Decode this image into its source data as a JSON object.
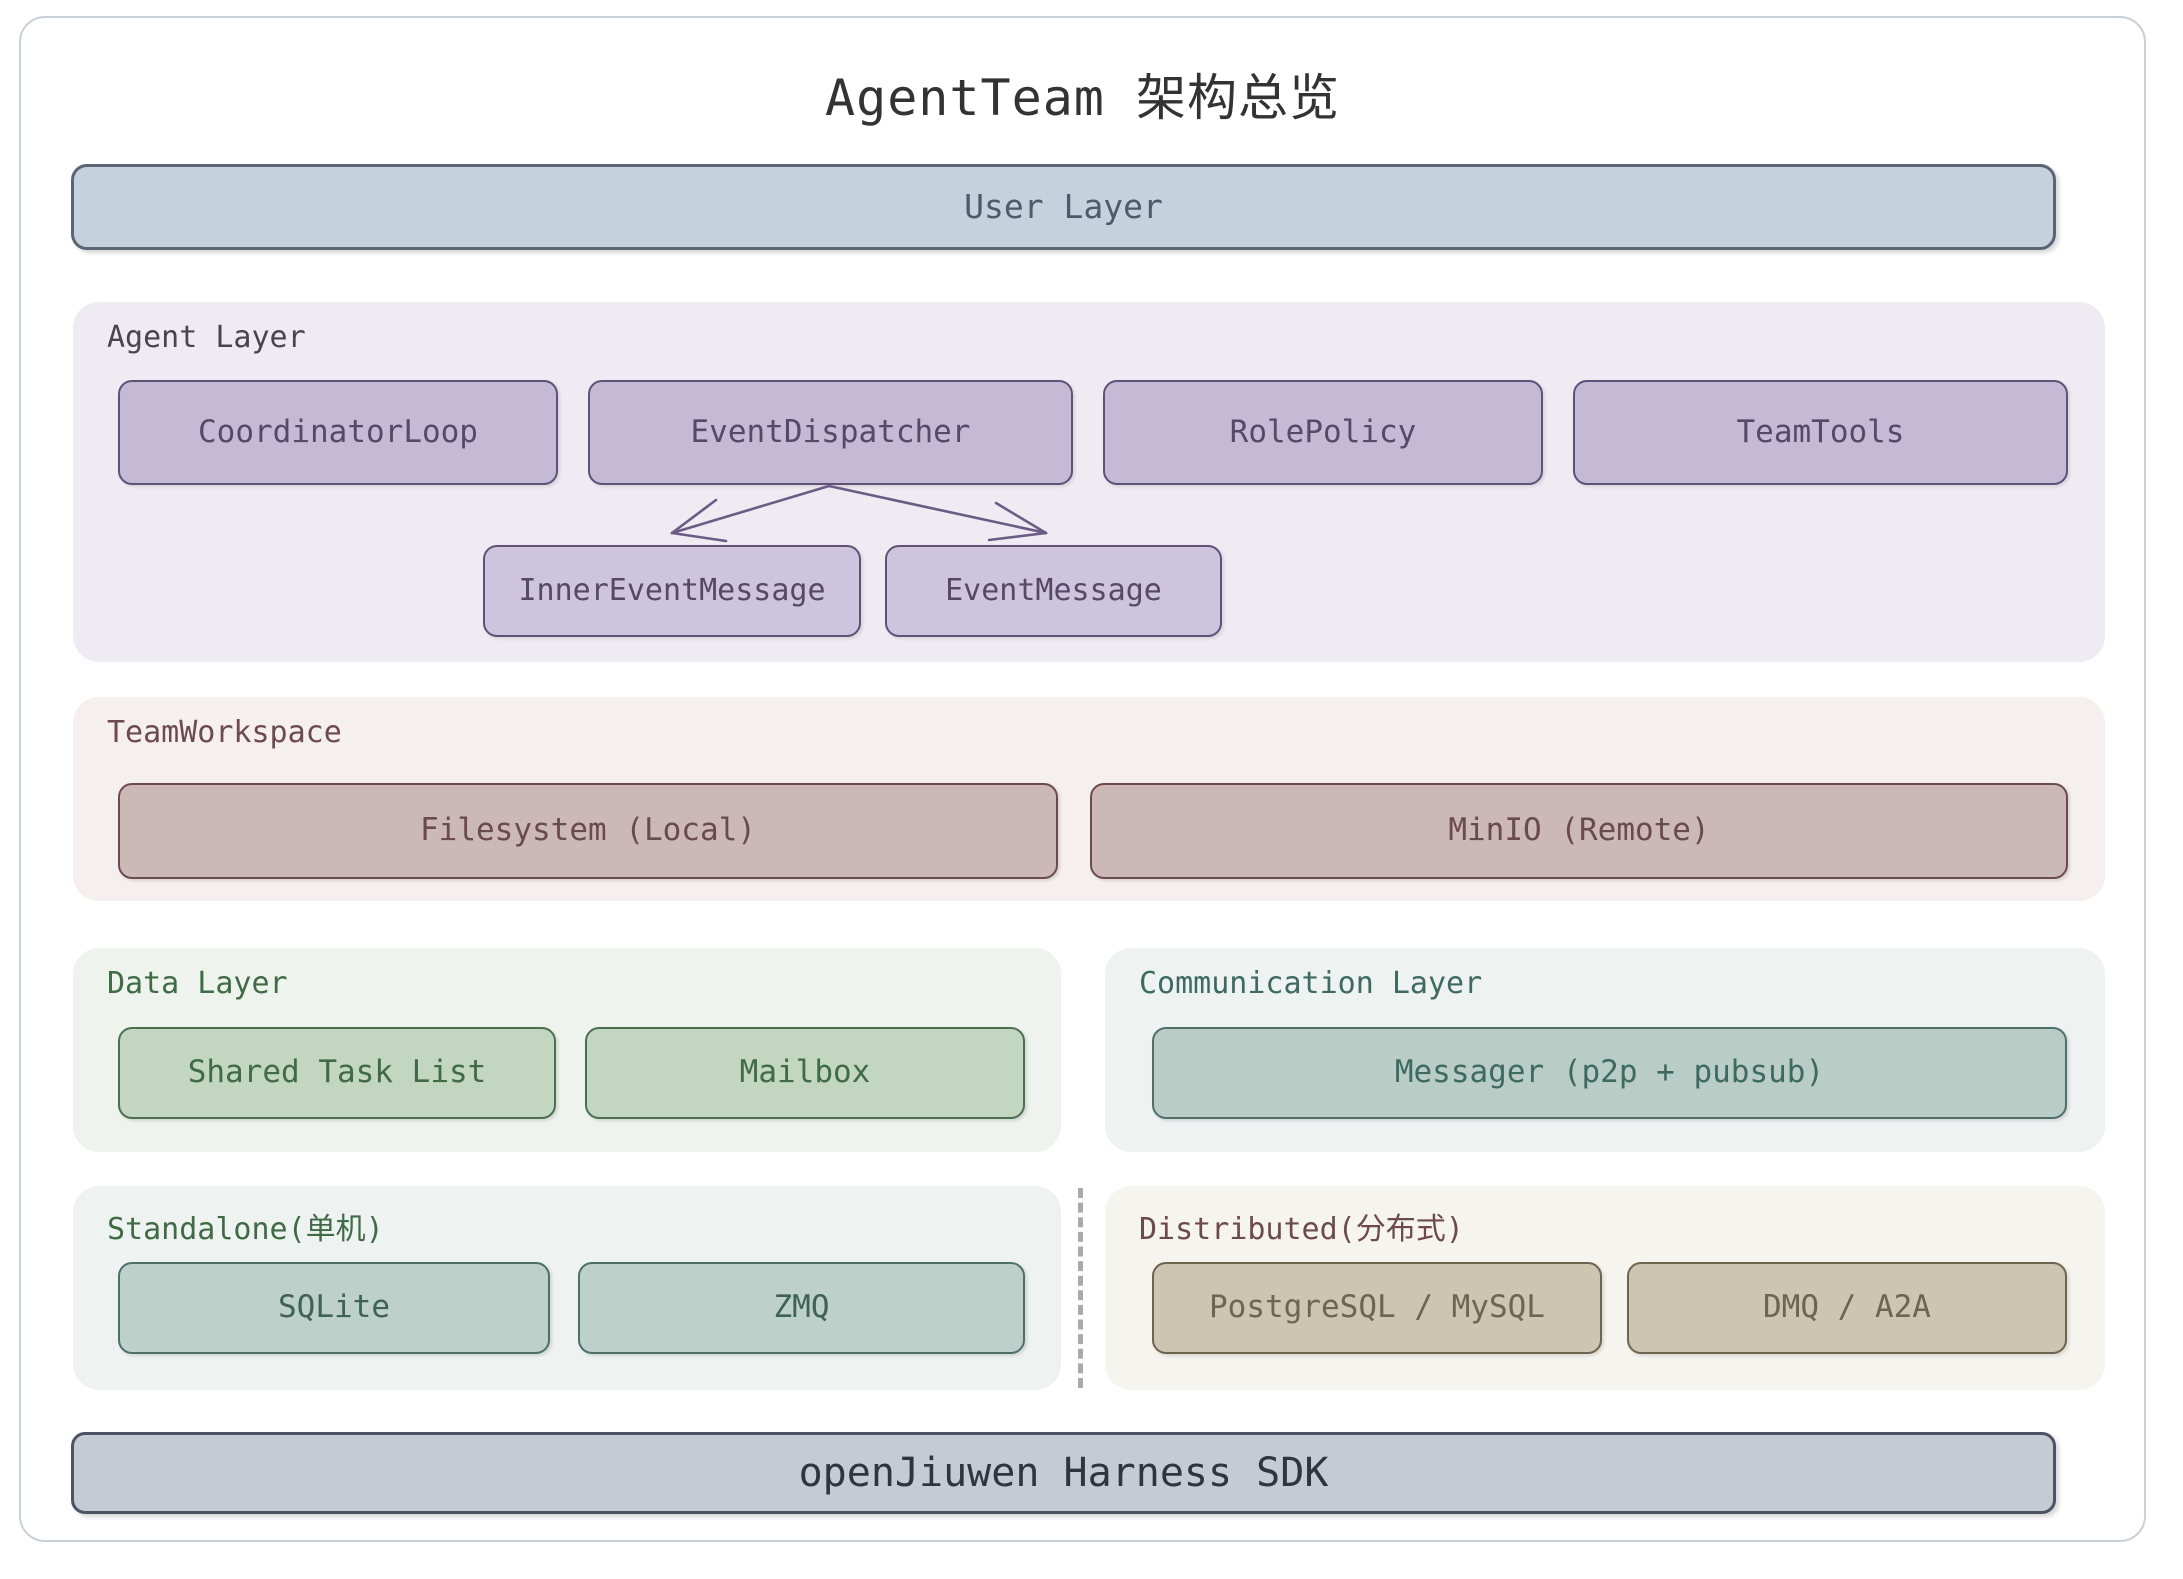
{
  "diagram": {
    "title": "AgentTeam 架构总览",
    "user_layer": {
      "label": "User Layer"
    },
    "agent_layer": {
      "label": "Agent Layer",
      "nodes": [
        {
          "id": "coordinatorloop",
          "label": "CoordinatorLoop"
        },
        {
          "id": "eventdispatcher",
          "label": "EventDispatcher"
        },
        {
          "id": "rolepolicy",
          "label": "RolePolicy"
        },
        {
          "id": "teamtools",
          "label": "TeamTools"
        }
      ],
      "message_nodes": [
        {
          "id": "innereventmessage",
          "label": "InnerEventMessage"
        },
        {
          "id": "eventmessage",
          "label": "EventMessage"
        }
      ],
      "edges": [
        {
          "from": "eventdispatcher",
          "to": "innereventmessage",
          "style": "arrow"
        },
        {
          "from": "eventdispatcher",
          "to": "eventmessage",
          "style": "arrow"
        }
      ]
    },
    "teamworkspace": {
      "label": "TeamWorkspace",
      "nodes": [
        {
          "id": "filesystem",
          "label": "Filesystem (Local)"
        },
        {
          "id": "minio",
          "label": "MinIO (Remote)"
        }
      ]
    },
    "data_layer": {
      "label": "Data Layer",
      "nodes": [
        {
          "id": "shared-task-list",
          "label": "Shared Task List"
        },
        {
          "id": "mailbox",
          "label": "Mailbox"
        }
      ]
    },
    "communication_layer": {
      "label": "Communication Layer",
      "nodes": [
        {
          "id": "messager",
          "label": "Messager (p2p + pubsub)"
        }
      ]
    },
    "standalone": {
      "label": "Standalone(单机)",
      "nodes": [
        {
          "id": "sqlite",
          "label": "SQLite"
        },
        {
          "id": "zmq",
          "label": "ZMQ"
        }
      ]
    },
    "distributed": {
      "label": "Distributed(分布式)",
      "nodes": [
        {
          "id": "postgres-mysql",
          "label": "PostgreSQL / MySQL"
        },
        {
          "id": "dmq-a2a",
          "label": "DMQ / A2A"
        }
      ]
    },
    "sdk": {
      "label": "openJiuwen Harness SDK"
    },
    "colors": {
      "frame_border": "#c9cfd7",
      "title_text": "#333333",
      "user_layer_fill": "#c5d2de",
      "user_layer_border": "#5a6575",
      "agent_group_fill": "#eeecf2",
      "agent_node_fill": "#c4bad6",
      "agent_node_border": "#5f5177",
      "agent_msg_fill": "#cdc4de",
      "workspace_group_fill": "#f5efef",
      "workspace_node_fill": "#cdb8b8",
      "workspace_node_border": "#6d4a4d",
      "data_group_fill": "#eef3ee",
      "data_node_fill": "#c2d6c0",
      "data_node_border": "#4a7050",
      "comm_group_fill": "#eef2f1",
      "comm_node_fill": "#b9cdc6",
      "comm_node_border": "#4d7068",
      "standalone_group_fill": "#eef2f0",
      "standalone_node_fill": "#bdd0c9",
      "distributed_group_fill": "#f6f4ee",
      "distributed_node_fill": "#ccc5b0",
      "distributed_node_border": "#6f6450",
      "divider": "#aaaaaa",
      "sdk_fill": "#c6cad3",
      "sdk_border": "#4d5364",
      "arrow_stroke": "#6b5c86"
    }
  }
}
